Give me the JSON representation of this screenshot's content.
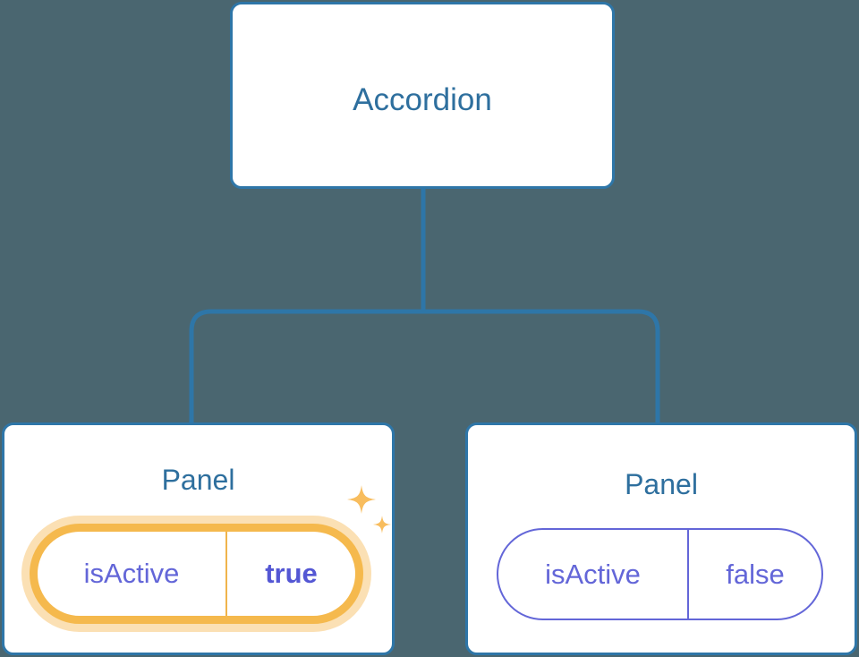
{
  "diagram": {
    "type": "component-tree",
    "background_color": "#4a6670",
    "edge_color": "#2e76a8",
    "nodes": [
      {
        "id": "accordion",
        "title": "Accordion",
        "title_color": "#2e6f9e",
        "border_color": "#2e76a8",
        "background_color": "#ffffff"
      },
      {
        "id": "panel-left",
        "title": "Panel",
        "title_color": "#2e6f9e",
        "border_color": "#2e76a8",
        "background_color": "#ffffff",
        "highlighted": true,
        "prop": {
          "key": "isActive",
          "value": "true",
          "key_color": "#6366d8",
          "value_color": "#5457d4",
          "highlight_color": "#f5b94d",
          "highlight_glow_color": "#fbe0b4"
        },
        "sparkle_color": "#f8bd5e"
      },
      {
        "id": "panel-right",
        "title": "Panel",
        "title_color": "#2e6f9e",
        "border_color": "#2e76a8",
        "background_color": "#ffffff",
        "highlighted": false,
        "prop": {
          "key": "isActive",
          "value": "false",
          "key_color": "#6366d8",
          "value_color": "#6366d8",
          "border_color": "#6366d8"
        }
      }
    ],
    "edges": [
      {
        "from": "accordion",
        "to": "panel-left"
      },
      {
        "from": "accordion",
        "to": "panel-right"
      }
    ]
  }
}
